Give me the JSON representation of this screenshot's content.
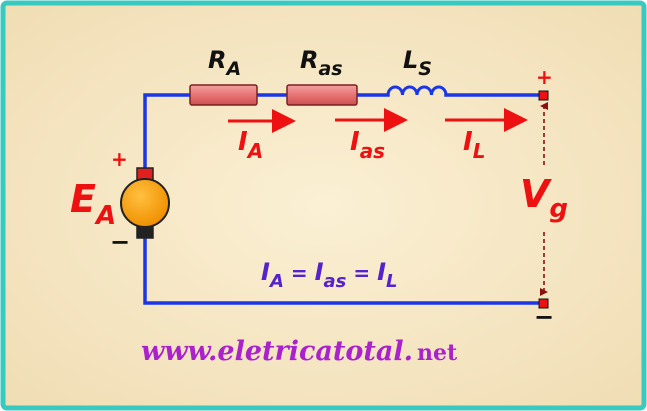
{
  "labels": {
    "ra_main": "R",
    "ra_sub": "A",
    "ras_main": "R",
    "ras_sub": "as",
    "ls_main": "L",
    "ls_sub": "S",
    "ia_main": "I",
    "ia_sub": "A",
    "ias_main": "I",
    "ias_sub": "as",
    "il_main": "I",
    "il_sub": "L",
    "ea_main": "E",
    "ea_sub": "A",
    "vg_main": "V",
    "vg_sub": "g",
    "plus": "+",
    "minus": "−"
  },
  "equation": {
    "i1_main": "I",
    "i1_sub": "A",
    "eq1": " = ",
    "i2_main": "I",
    "i2_sub": "as",
    "eq2": " = ",
    "i3_main": "I",
    "i3_sub": "L"
  },
  "website": {
    "main": "www.eletricatotal.",
    "tld": "net"
  },
  "colors": {
    "wire": "#1a36e6",
    "current_arrow": "#ee1111",
    "resistor_fill": "#e87878",
    "generator_fill": "#f5a000",
    "background": "#f7e9c6",
    "border": "#38c9c0"
  }
}
